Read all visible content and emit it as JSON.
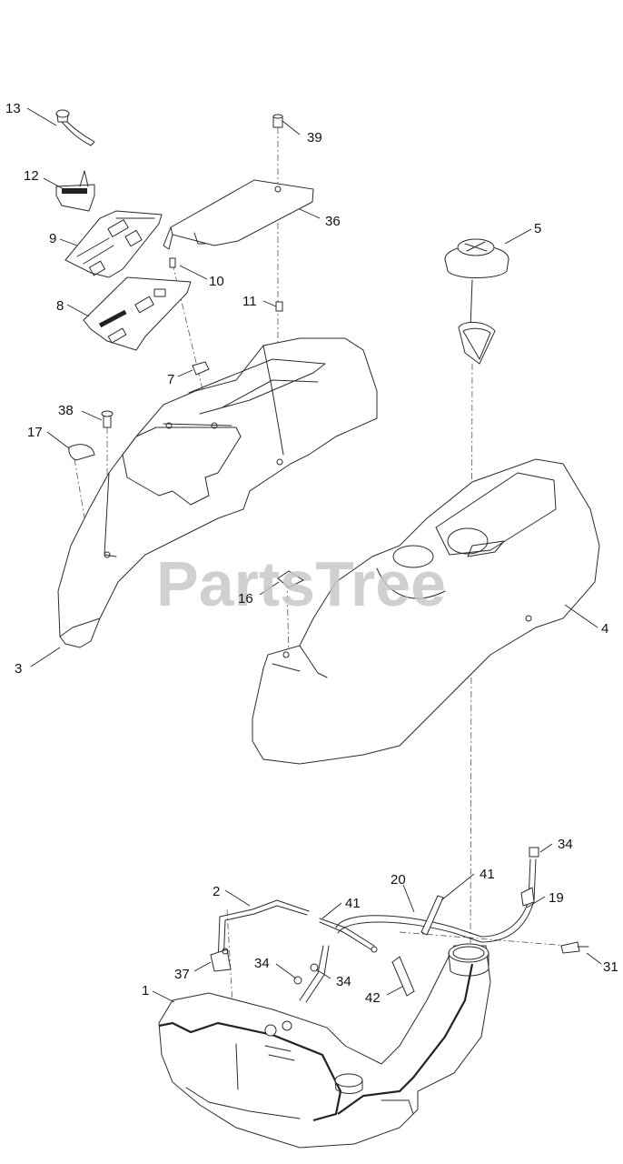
{
  "watermark": "PartsTree",
  "callouts": [
    {
      "id": "c13",
      "text": "13"
    },
    {
      "id": "c39",
      "text": "39"
    },
    {
      "id": "c12",
      "text": "12"
    },
    {
      "id": "c36",
      "text": "36"
    },
    {
      "id": "c9",
      "text": "9"
    },
    {
      "id": "c5",
      "text": "5"
    },
    {
      "id": "c10",
      "text": "10"
    },
    {
      "id": "c11",
      "text": "11"
    },
    {
      "id": "c8",
      "text": "8"
    },
    {
      "id": "c7",
      "text": "7"
    },
    {
      "id": "c38",
      "text": "38"
    },
    {
      "id": "c17",
      "text": "17"
    },
    {
      "id": "c16",
      "text": "16"
    },
    {
      "id": "c4",
      "text": "4"
    },
    {
      "id": "c3",
      "text": "3"
    },
    {
      "id": "c34a",
      "text": "34"
    },
    {
      "id": "c20",
      "text": "20"
    },
    {
      "id": "c41a",
      "text": "41"
    },
    {
      "id": "c2",
      "text": "2"
    },
    {
      "id": "c19",
      "text": "19"
    },
    {
      "id": "c41b",
      "text": "41"
    },
    {
      "id": "c37",
      "text": "37"
    },
    {
      "id": "c34b",
      "text": "34"
    },
    {
      "id": "c34c",
      "text": "34"
    },
    {
      "id": "c31",
      "text": "31"
    },
    {
      "id": "c1",
      "text": "1"
    },
    {
      "id": "c42",
      "text": "42"
    }
  ],
  "colors": {
    "line": "#2b2b2b",
    "watermark": "#c8c8c8",
    "background": "#ffffff"
  }
}
